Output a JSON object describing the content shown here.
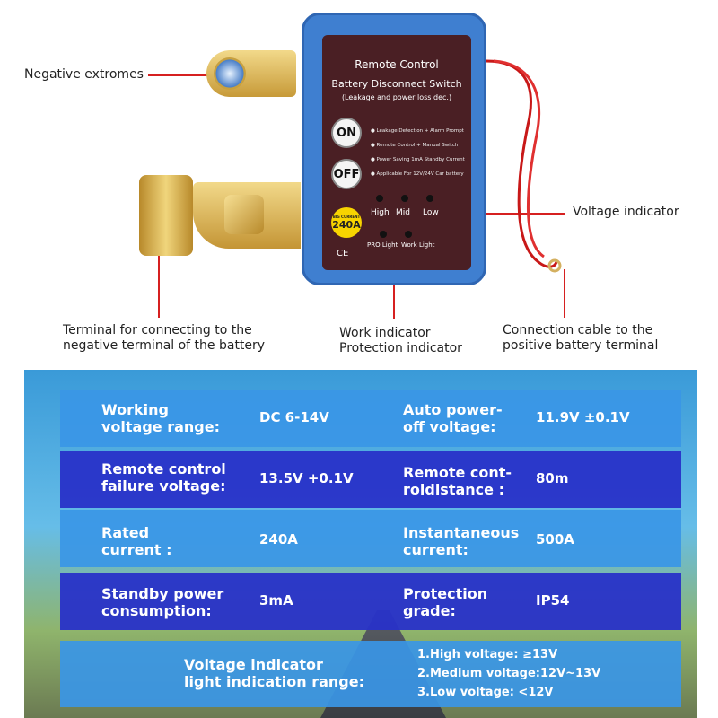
{
  "callouts": {
    "negative_extremes": "Negative extromes",
    "voltage_indicator": "Voltage indicator",
    "terminal_line1": "Terminal for connecting to the",
    "terminal_line2": "negative terminal of the battery",
    "work_line1": "Work indicator",
    "work_line2": "Protection indicator",
    "cable_line1": "Connection cable to the",
    "cable_line2": "positive battery terminal"
  },
  "device": {
    "title1": "Remote Control",
    "title2": "Battery Disconnect Switch",
    "title3": "(Leakage and power loss dec.)",
    "on": "ON",
    "off": "OFF",
    "features": [
      "● Leakage Detection + Alarm Prompt",
      "● Remote Control + Manual Switch",
      "● Power Saving 1mA Standby Current",
      "● Applicable For 12V/24V Car battery"
    ],
    "high": "High",
    "mid": "Mid",
    "low": "Low",
    "pro_light": "PRO Light",
    "work_light": "Work Light",
    "badge_top": "BIG CURRENT",
    "badge_value": "240A",
    "ce": "CE"
  },
  "specs": {
    "rows": [
      {
        "k1a": "Working",
        "k1b": "voltage range:",
        "v1": "DC 6-14V",
        "k2a": "Auto power-",
        "k2b": "off voltage:",
        "v2": "11.9V ±0.1V"
      },
      {
        "k1a": "Remote control",
        "k1b": "failure voltage:",
        "v1": "13.5V +0.1V",
        "k2a": "Remote cont-",
        "k2b": "roldistance :",
        "v2": "80m"
      },
      {
        "k1a": "Rated",
        "k1b": "current :",
        "v1": "240A",
        "k2a": "Instantaneous",
        "k2b": "current:",
        "v2": "500A"
      },
      {
        "k1a": "Standby power",
        "k1b": "consumption:",
        "v1": "3mA",
        "k2a": "Protection",
        "k2b": "grade:",
        "v2": "IP54"
      }
    ],
    "range": {
      "label1": "Voltage indicator",
      "label2": "light indication range:",
      "items": [
        "1.High voltage: ≥13V",
        "2.Medium voltage:12V~13V",
        "3.Low voltage: <12V"
      ]
    }
  },
  "colors": {
    "device_blue": "#3f7fd0",
    "panel": "#4a1f24",
    "callout_line": "#d62020",
    "row_light": "#3a96e6",
    "row_dark": "#2832c8"
  }
}
